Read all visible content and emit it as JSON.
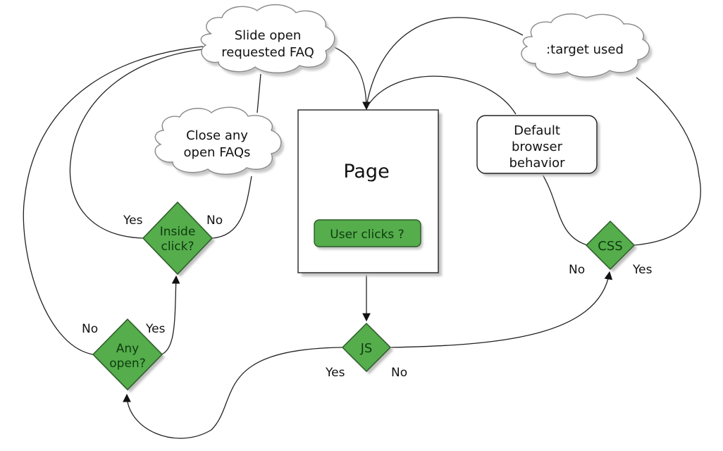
{
  "diagram": {
    "page_box": {
      "label": "Page"
    },
    "user_clicks": {
      "label": "User clicks ?"
    },
    "default_browser": {
      "lines": [
        "Default",
        "browser",
        "behavior"
      ]
    },
    "clouds": {
      "slide_open": {
        "lines": [
          "Slide open",
          "requested FAQ"
        ]
      },
      "close_any": {
        "lines": [
          "Close any",
          "open FAQs"
        ]
      },
      "target_used": {
        "lines": [
          ":target used"
        ]
      }
    },
    "decisions": {
      "js": {
        "lines": [
          "JS"
        ]
      },
      "css": {
        "lines": [
          "CSS"
        ]
      },
      "any_open": {
        "lines": [
          "Any",
          "open?"
        ]
      },
      "inside_click": {
        "lines": [
          "Inside",
          "click?"
        ]
      }
    },
    "edge_labels": {
      "js_yes": "Yes",
      "js_no": "No",
      "css_no": "No",
      "css_yes": "Yes",
      "any_open_no": "No",
      "any_open_yes": "Yes",
      "inside_click_yes": "Yes",
      "inside_click_no": "No"
    },
    "colors": {
      "decision_fill": "#55ad4c",
      "decision_stroke": "#2c5a27",
      "decision_text": "#0f3b0f"
    }
  }
}
